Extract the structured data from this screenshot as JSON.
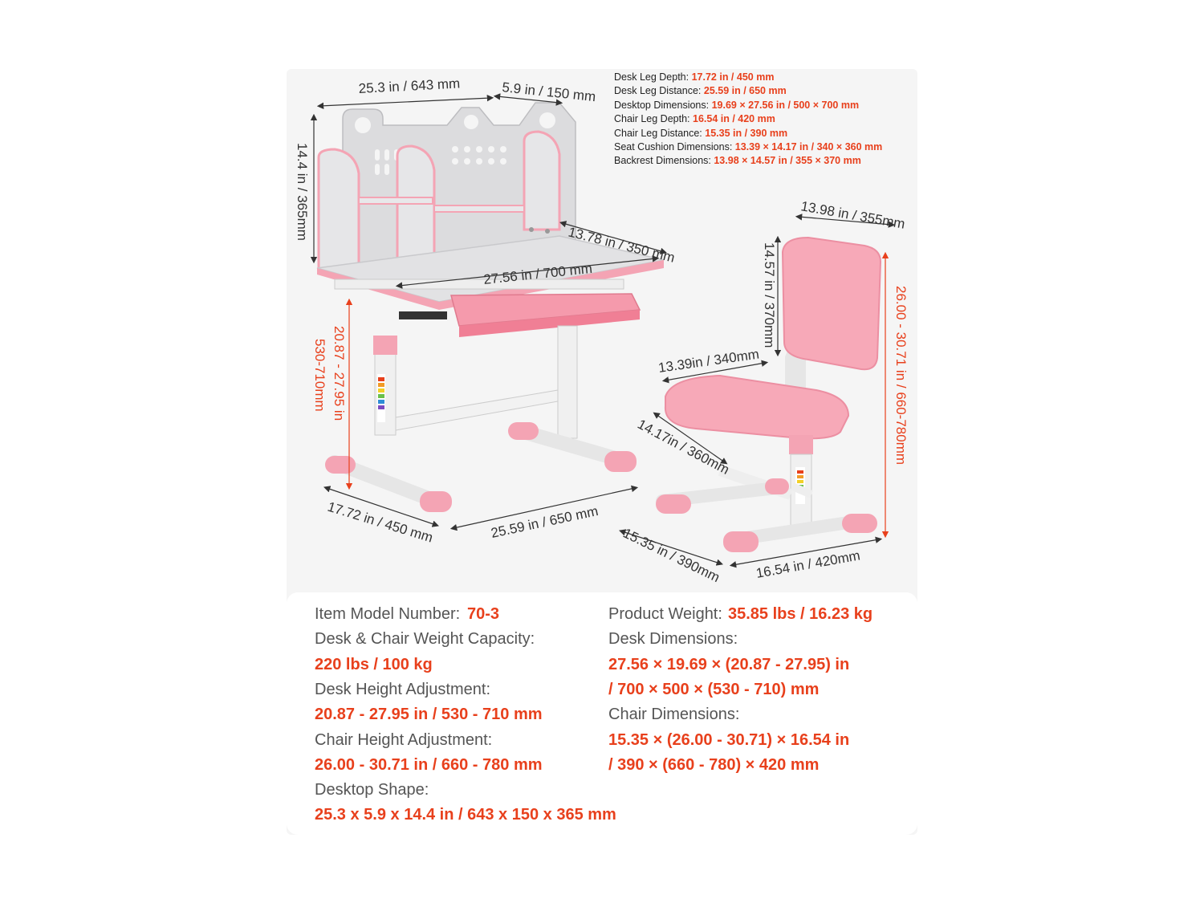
{
  "top_specs": [
    {
      "label": "Desk Leg Depth:",
      "value": "17.72 in / 450 mm"
    },
    {
      "label": "Desk Leg Distance:",
      "value": "25.59 in / 650 mm"
    },
    {
      "label": "Desktop Dimensions:",
      "value": "19.69 × 27.56 in / 500 × 700 mm"
    },
    {
      "label": "Chair Leg Depth:",
      "value": "16.54 in / 420 mm"
    },
    {
      "label": "Chair Leg Distance:",
      "value": "15.35 in / 390 mm"
    },
    {
      "label": "Seat Cushion Dimensions:",
      "value": "13.39 × 14.17 in / 340 × 360 mm"
    },
    {
      "label": "Backrest Dimensions:",
      "value": "13.98 × 14.57 in / 355 × 370 mm"
    }
  ],
  "dimension_labels": {
    "hutch_width": "25.3 in / 643 mm",
    "hutch_depth": "5.9 in / 150 mm",
    "hutch_height": "14.4 in / 365mm",
    "desk_depth": "13.78 in / 350 mm",
    "desktop_width": "27.56 in / 700 mm",
    "desk_height": "20.87 - 27.95 in",
    "desk_height_mm": "530-710mm",
    "desk_leg_depth": "17.72 in / 450 mm",
    "desk_leg_distance": "25.59 in / 650 mm",
    "backrest_width": "13.98 in / 355mm",
    "backrest_height": "14.57 in / 370mm",
    "chair_height": "26.00 - 30.71 in / 660-780mm",
    "seat_width": "13.39in / 340mm",
    "seat_depth": "14.17in / 360mm",
    "chair_leg_distance": "15.35 in / 390mm",
    "chair_leg_depth": "16.54 in / 420mm"
  },
  "specs": {
    "model_label": "Item Model Number:",
    "model_value": "70-3",
    "capacity_label": "Desk & Chair Weight Capacity:",
    "capacity_value": "220 lbs / 100 kg",
    "desk_height_label": "Desk Height Adjustment:",
    "desk_height_value": "20.87 - 27.95 in / 530 - 710 mm",
    "chair_height_label": "Chair Height Adjustment:",
    "chair_height_value": "26.00 - 30.71 in / 660 - 780 mm",
    "shape_label": "Desktop Shape:",
    "shape_value": "25.3 x 5.9 x 14.4 in / 643 x 150 x 365 mm",
    "weight_label": "Product Weight:",
    "weight_value": "35.85 lbs / 16.23 kg",
    "desk_dims_label": "Desk Dimensions:",
    "desk_dims_value_1": "27.56 × 19.69 × (20.87 - 27.95) in",
    "desk_dims_value_2": "/ 700 × 500 × (530 - 710) mm",
    "chair_dims_label": "Chair Dimensions:",
    "chair_dims_value_1": "15.35 × (26.00 - 30.71) × 16.54 in",
    "chair_dims_value_2": "/ 390 × (660 - 780) × 420 mm"
  },
  "colors": {
    "accent": "#e8401c",
    "pink": "#f4a4b4",
    "desk_gray": "#e4e4e6"
  }
}
